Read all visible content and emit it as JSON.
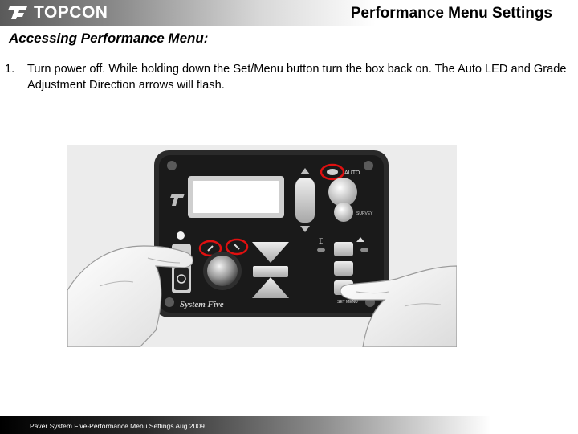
{
  "header": {
    "logo_text": "TOPCON",
    "slide_title": "Performance Menu Settings"
  },
  "content": {
    "subtitle": "Accessing Performance Menu:",
    "steps": [
      {
        "number": "1.",
        "text": "Turn power off.  While holding down the Set/Menu button turn the box back on.  The Auto LED and Grade Adjustment Direction arrows will flash."
      }
    ]
  },
  "photo": {
    "device_brand_label": "System Five",
    "auto_label": "AUTO",
    "survey_label": "SURVEY",
    "set_menu_label": "SET MENU",
    "highlight_color": "#e01010"
  },
  "footer": {
    "text": "Paver System Five-Performance Menu Settings  Aug 2009"
  }
}
